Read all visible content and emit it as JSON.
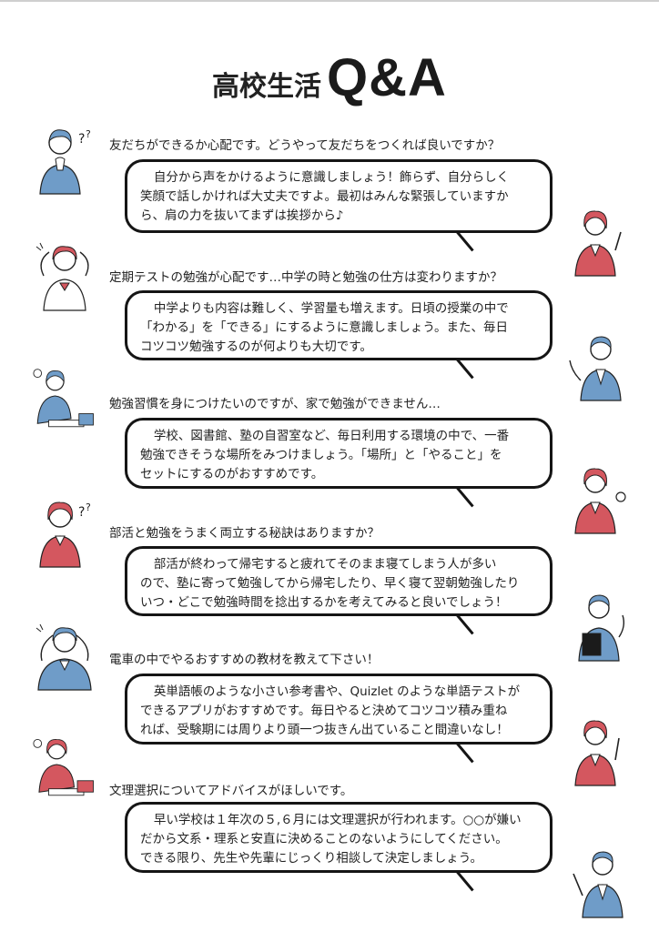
{
  "title": {
    "ja": "高校生活",
    "en": "Q&A"
  },
  "qa": [
    {
      "question": "友だちができるか心配です。どうやって友だちをつくれば良いですか？",
      "answer": "自分から声をかけるように意識しましょう！飾らず、自分らしく\n笑顔で話しかければ大丈夫ですよ。最初はみんな緊張していますか\nら、肩の力を抜いてまずは挨拶から♪"
    },
    {
      "question": "定期テストの勉強が心配です…中学の時と勉強の仕方は変わりますか？",
      "answer": "中学よりも内容は難しく、学習量も増えます。日頃の授業の中で\n「わかる」を「できる」にするように意識しましょう。また、毎日\nコツコツ勉強するのが何よりも大切です。"
    },
    {
      "question": "勉強習慣を身につけたいのですが、家で勉強ができません…",
      "answer": "学校、図書館、塾の自習室など、毎日利用する環境の中で、一番\n勉強できそうな場所をみつけましょう。「場所」と「やること」を\nセットにするのがおすすめです。"
    },
    {
      "question": "部活と勉強をうまく両立する秘訣はありますか？",
      "answer": "部活が終わって帰宅すると疲れてそのまま寝てしまう人が多い\nので、塾に寄って勉強してから帰宅したり、早く寝て翌朝勉強したり\nいつ・どこで勉強時間を捻出するかを考えてみると良いでしょう！"
    },
    {
      "question": "電車の中でやるおすすめの教材を教えて下さい！",
      "answer": "英単語帳のような小さい参考書や、Quizlet のような単語テストが\nできるアプリがおすすめです。毎日やると決めてコツコツ積み重ね\nれば、受験期には周りより頭一つ抜きん出ていること間違いなし！"
    },
    {
      "question": "文理選択についてアドバイスがほしいです。",
      "answer": "早い学校は１年次の５,６月には文理選択が行われます。○○が嫌い\nだから文系・理系と安直に決めることのないようにしてください。\nできる限り、先生や先輩にじっくり相談して決定しましょう。"
    }
  ],
  "colors": {
    "blue": "#6f9cc8",
    "red": "#d4575f",
    "line": "#151515"
  }
}
